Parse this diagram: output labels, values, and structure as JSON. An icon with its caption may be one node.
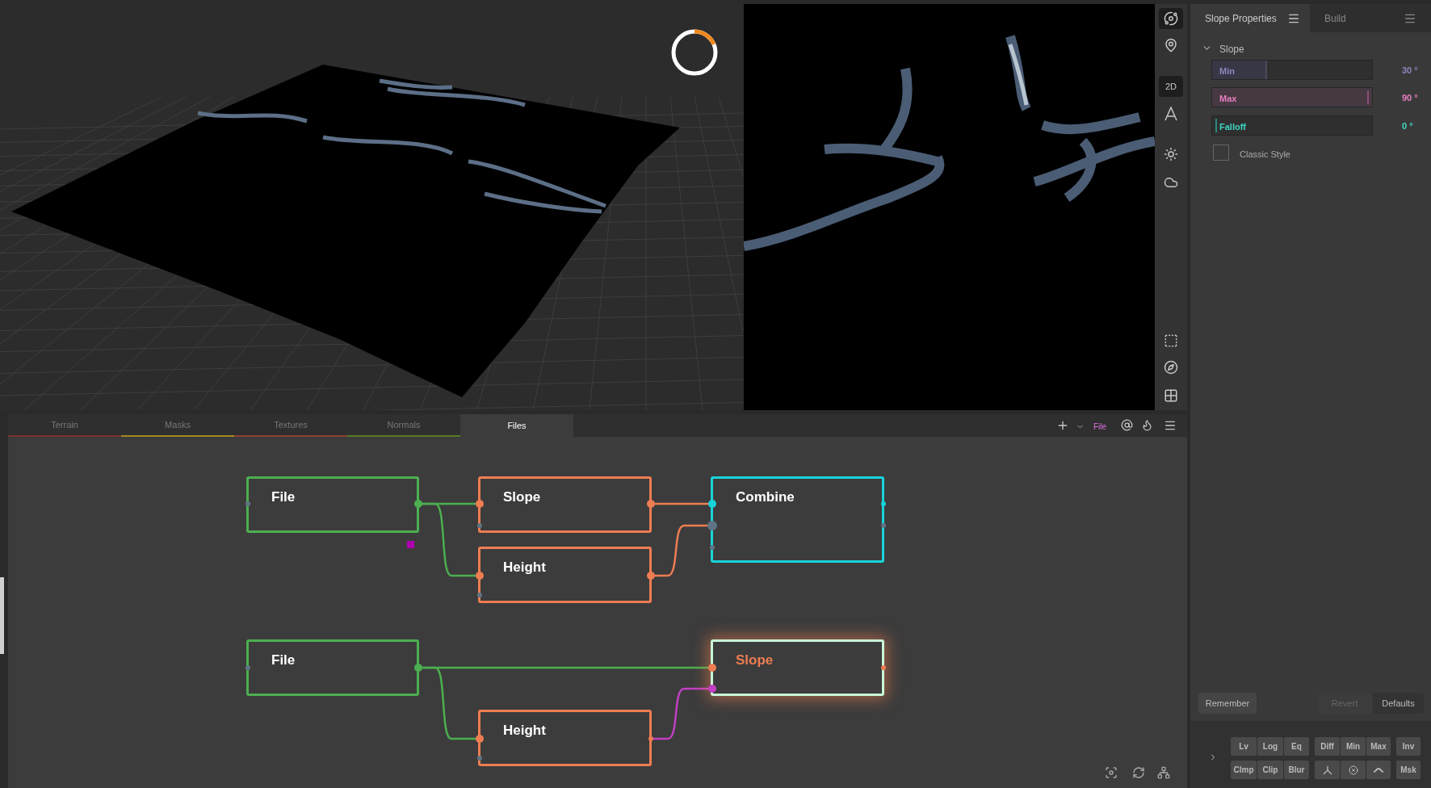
{
  "diagram": {
    "nodes": [
      {
        "text": [
          "File"
        ]
      },
      {
        "text": [
          "Slope"
        ]
      },
      {
        "text": [
          "Height"
        ]
      },
      {
        "text": [
          "Combine"
        ]
      },
      {
        "text": [
          "File"
        ]
      },
      {
        "text": [
          "Slope"
        ]
      },
      {
        "text": [
          "Height"
        ]
      }
    ],
    "edges": [
      {
        "from": 0,
        "to": 1,
        "arrow": "none"
      },
      {
        "from": 0,
        "to": 2,
        "arrow": "none"
      },
      {
        "from": 1,
        "to": 3,
        "arrow": "none",
        "color": "#ee7d52"
      },
      {
        "from": 2,
        "to": 3,
        "arrow": "none",
        "color": "#ee7d52"
      },
      {
        "from": 4,
        "to": 5,
        "arrow": "none"
      },
      {
        "from": 4,
        "to": 6,
        "arrow": "none"
      },
      {
        "from": 6,
        "to": 5,
        "arrow": "none",
        "color": "#c23fc4"
      }
    ],
    "labels": [
      "Slope Properties",
      "Build",
      "Slope",
      "Min",
      "30 °",
      "Max",
      "90 °",
      "Falloff",
      "0 °",
      "Classic Style",
      "Remember",
      "Revert",
      "Defaults",
      "Lv",
      "Log",
      "Eq",
      "Diff",
      "Min",
      "Max",
      "Inv",
      "Clmp",
      "Clip",
      "Blur",
      "Msk",
      "Terrain",
      "Masks",
      "Textures",
      "Normals",
      "Files",
      "File",
      "2D"
    ]
  }
}
